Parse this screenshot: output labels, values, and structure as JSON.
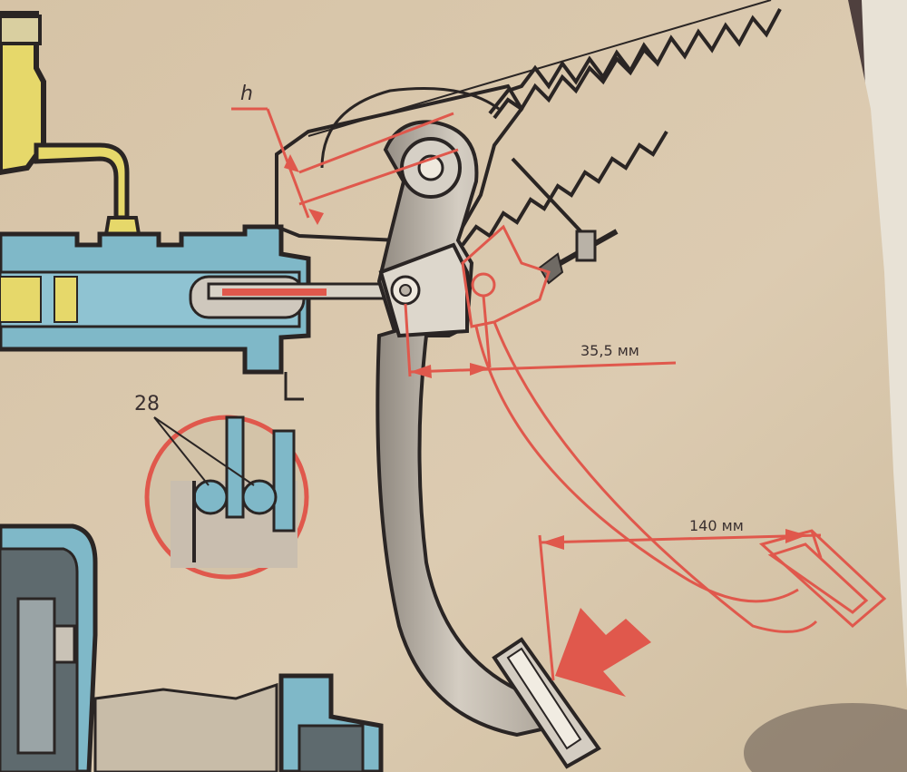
{
  "labels": {
    "h": "h",
    "callout_number": "28",
    "dim_pivot": "35,5 мм",
    "dim_travel": "140 мм"
  },
  "colors": {
    "paper": "#d9c7ac",
    "fluid_blue": "#7fb8c8",
    "reservoir_yellow": "#e6d86a",
    "annotation_red": "#e0584c",
    "linework": "#2a2524",
    "pedal_gray": "#b9b2a7"
  }
}
